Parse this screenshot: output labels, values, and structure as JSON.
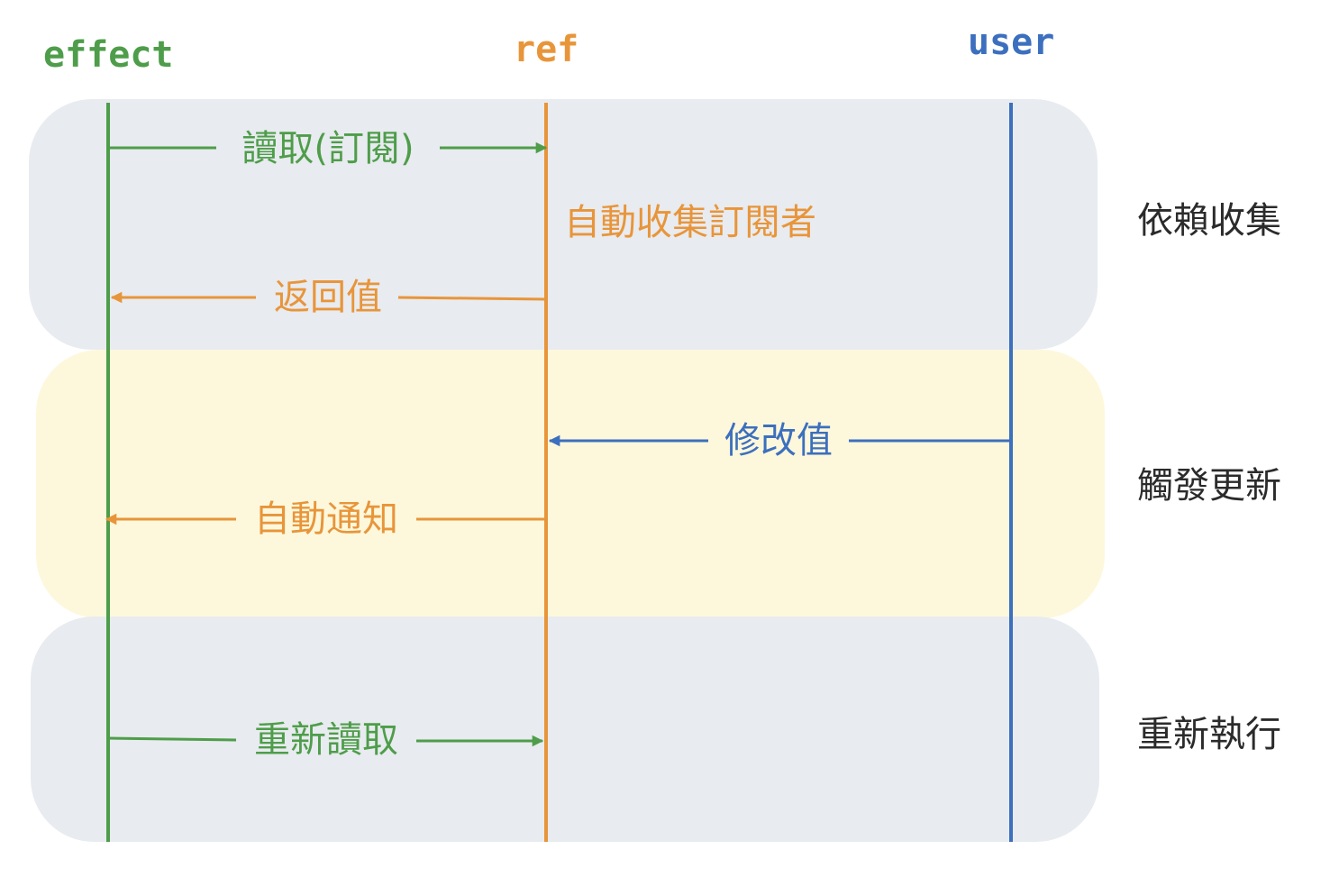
{
  "colors": {
    "effect": "#4e9d4a",
    "ref": "#e8953a",
    "user": "#3c6fbe",
    "band_gray": "#e8ebef",
    "band_yellow": "#fdf8dc",
    "phase_text": "#2b2b2b"
  },
  "participants": {
    "effect": "effect",
    "ref": "ref",
    "user": "user"
  },
  "phases": {
    "dependency_collection": "依賴收集",
    "trigger_update": "觸發更新",
    "re_execute": "重新執行"
  },
  "messages": {
    "read_subscribe": "讀取(訂閱)",
    "auto_collect": "自動收集訂閱者",
    "return_value": "返回值",
    "modify_value": "修改值",
    "auto_notify": "自動通知",
    "re_read": "重新讀取"
  }
}
